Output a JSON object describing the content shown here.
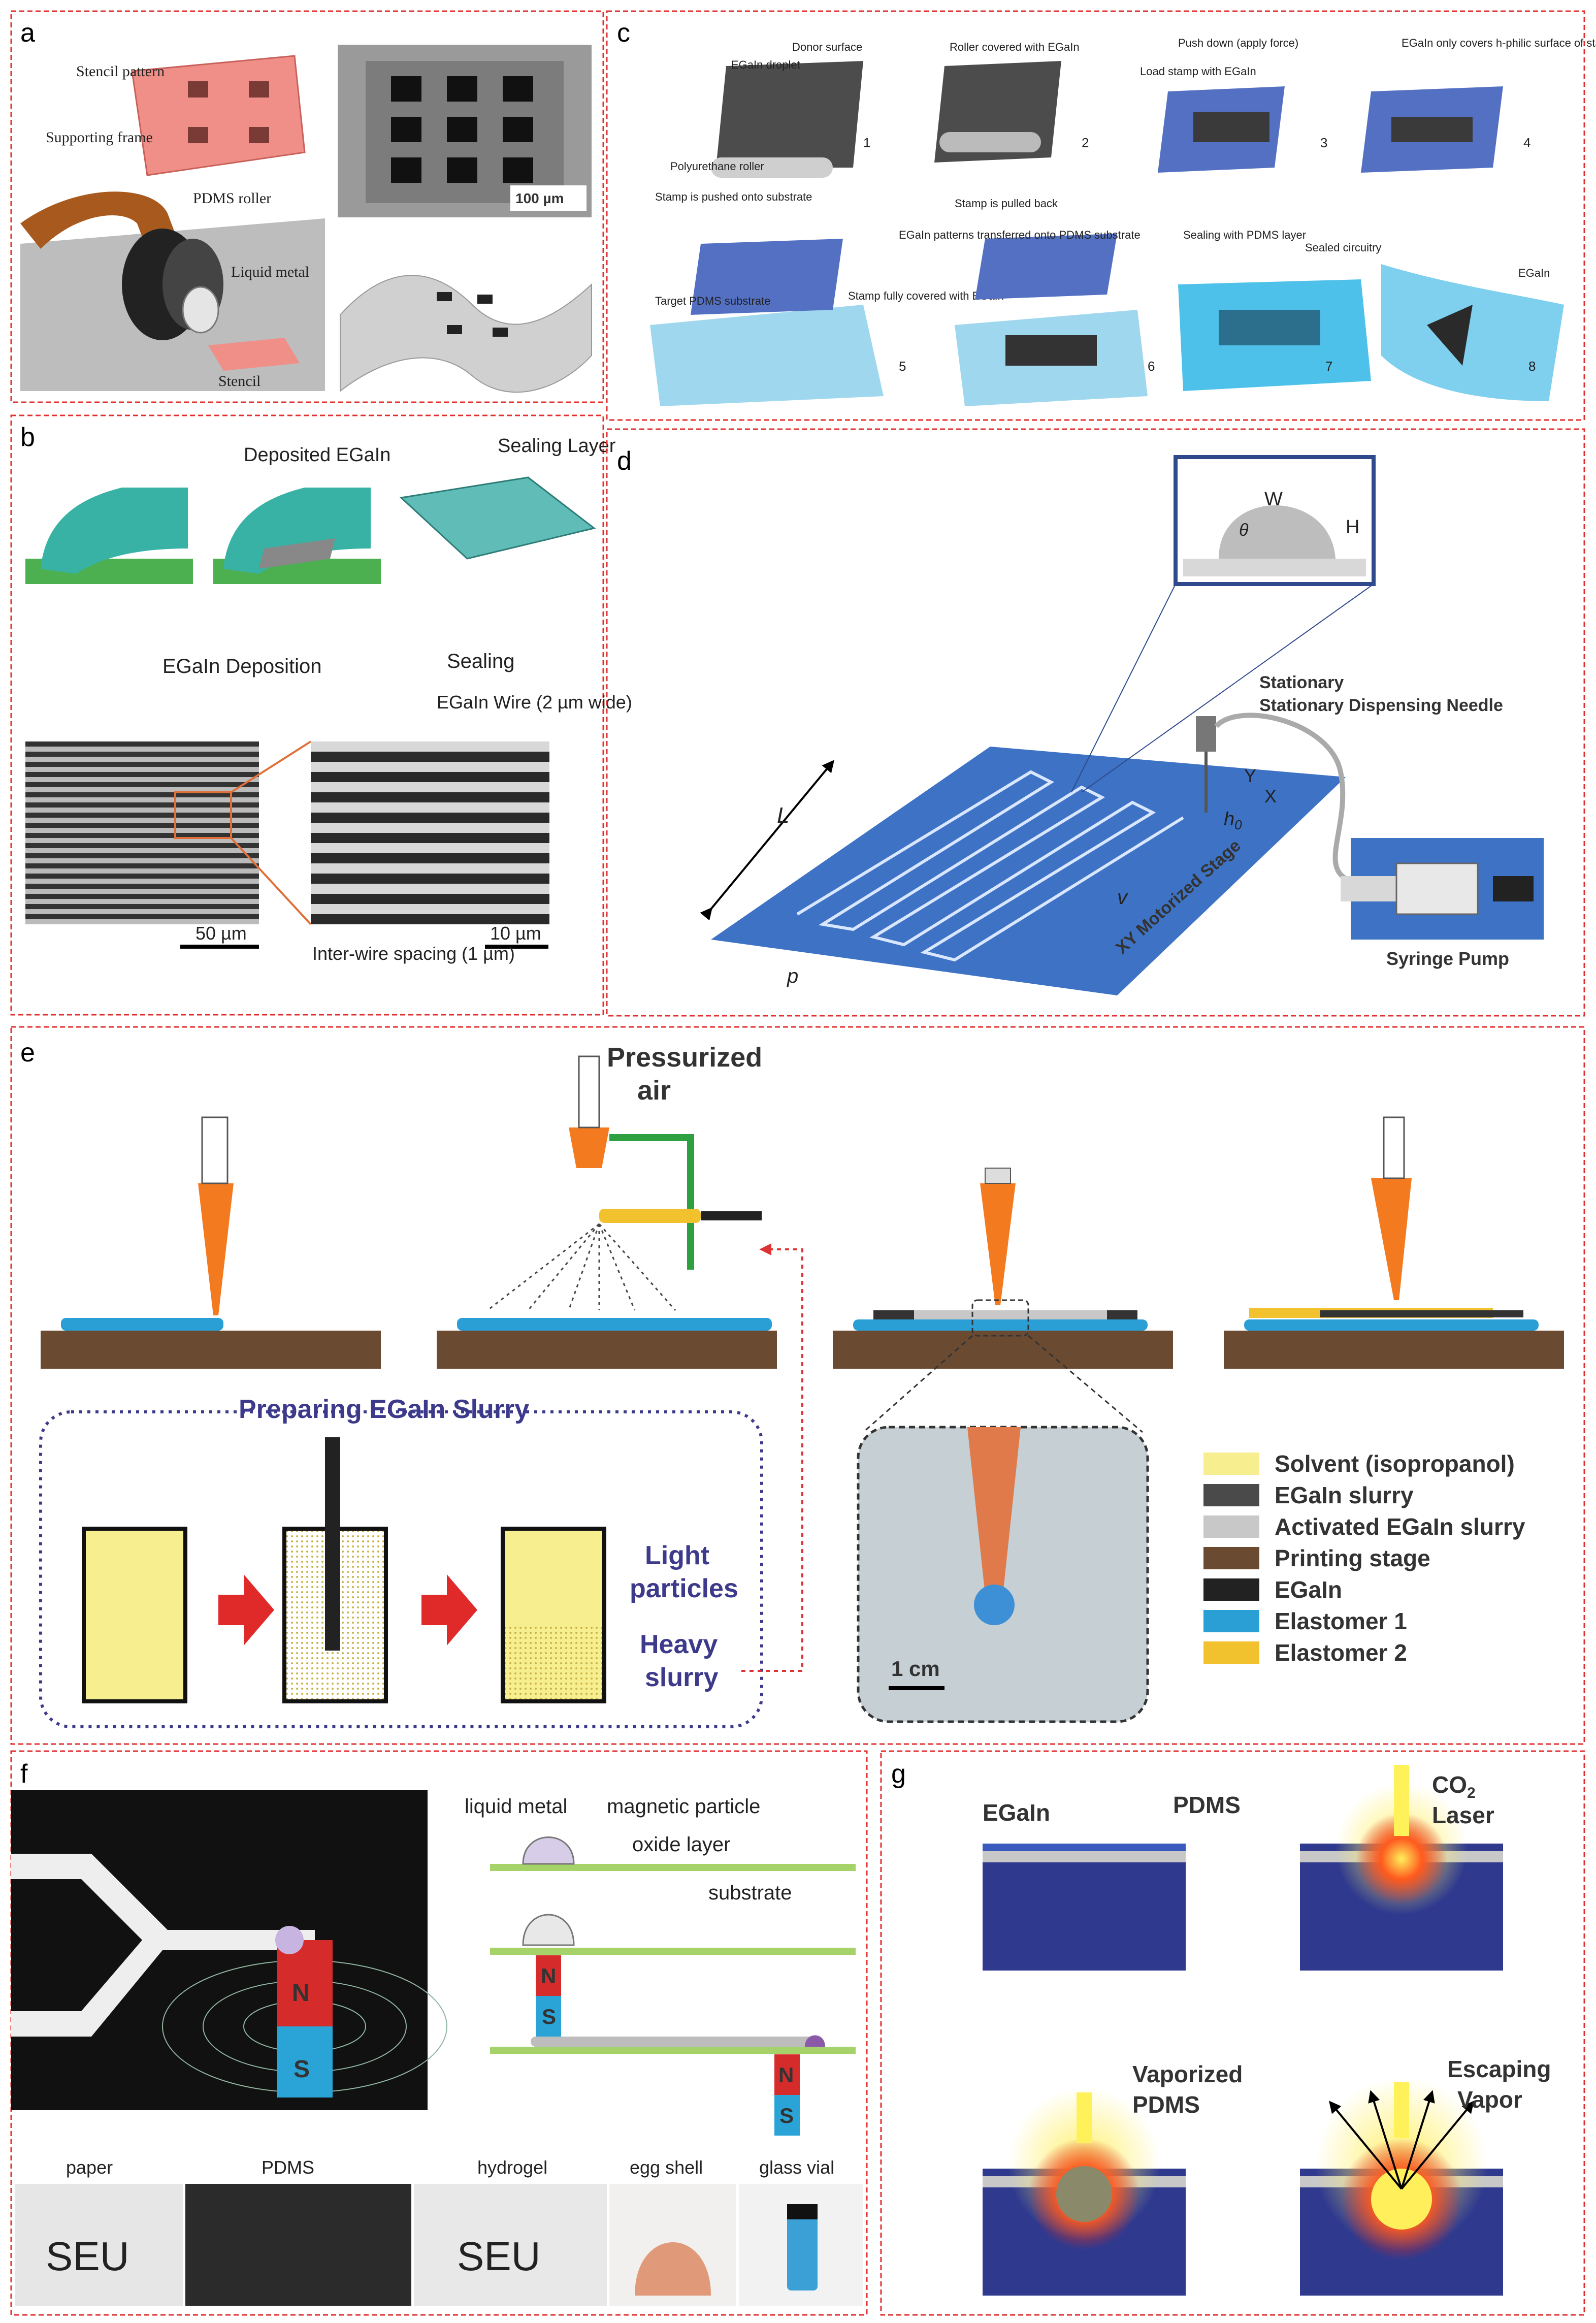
{
  "panels": {
    "a": {
      "letter": "a",
      "stencil_pattern": "Stencil pattern",
      "supporting_frame": "Supporting frame",
      "pdms_roller": "PDMS roller",
      "liquid_metal": "Liquid metal",
      "stencil": "Stencil",
      "scale": "100 µm"
    },
    "b": {
      "letter": "b",
      "deposited": "Deposited EGaIn",
      "sealing_layer": "Sealing Layer",
      "deposition": "EGaIn Deposition",
      "sealing": "Sealing",
      "wire": "EGaIn Wire (2 µm wide)",
      "scale_left": "50 µm",
      "scale_right": "10 µm",
      "spacing": "Inter-wire spacing (1 µm)"
    },
    "c": {
      "letter": "c",
      "donor_surface": "Donor surface",
      "droplet": "EGaIn droplet",
      "polyurethane": "Polyurethane roller",
      "roller_covered": "Roller covered with EGaIn",
      "push_down": "Push down (apply force)",
      "load_stamp": "Load stamp with EGaIn",
      "only_covers": "EGaIn only covers h-philic surface of stamp",
      "stamp_pushed": "Stamp is pushed onto substrate",
      "target_pdms": "Target PDMS substrate",
      "stamp_fully": "Stamp fully covered with EGaIn",
      "stamp_pulled": "Stamp is pulled back",
      "patterns_transferred": "EGaIn patterns transferred onto PDMS substrate",
      "sealing_with": "Sealing with PDMS layer",
      "sealed_circuitry": "Sealed circuitry",
      "egain": "EGaIn",
      "steps": [
        "1",
        "2",
        "3",
        "4",
        "5",
        "6",
        "7",
        "8"
      ]
    },
    "d": {
      "letter": "d",
      "W": "W",
      "H": "H",
      "theta": "θ",
      "needle": "Stationary Dispensing Needle",
      "Y": "Y",
      "X": "X",
      "h0": "h",
      "h0_sub": "0",
      "L": "L",
      "v": "v",
      "p": "p",
      "stage": "XY Motorized Stage",
      "pump": "Syringe Pump"
    },
    "e": {
      "letter": "e",
      "pressurized": "Pressurized",
      "air": "air",
      "preparing": "Preparing EGaIn Slurry",
      "light": "Light",
      "particles": "particles",
      "heavy": "Heavy",
      "slurry": "slurry",
      "scale": "1 cm",
      "legend": [
        {
          "label": "Solvent (isopropanol)",
          "color": "#f7ef8f"
        },
        {
          "label": "EGaIn slurry",
          "color": "#4a4a4a"
        },
        {
          "label": "Activated EGaIn slurry",
          "color": "#c8c8c8"
        },
        {
          "label": "Printing stage",
          "color": "#6b4a32"
        },
        {
          "label": "EGaIn",
          "color": "#222222"
        },
        {
          "label": "Elastomer 1",
          "color": "#2a9fd6"
        },
        {
          "label": "Elastomer 2",
          "color": "#f2c12e"
        }
      ]
    },
    "f": {
      "letter": "f",
      "liquid_metal": "liquid metal",
      "magnetic_particle": "magnetic particle",
      "oxide": "oxide layer",
      "substrate": "substrate",
      "N": "N",
      "S": "S",
      "photos": [
        "paper",
        "PDMS",
        "hydrogel",
        "egg shell",
        "glass vial"
      ],
      "seu": "SEU"
    },
    "g": {
      "letter": "g",
      "egain": "EGaIn",
      "pdms": "PDMS",
      "co2": "CO",
      "co2_sub": "2",
      "laser": "Laser",
      "vaporized": "Vaporized",
      "vaporized2": "PDMS",
      "escaping": "Escaping",
      "vapor": "Vapor"
    }
  },
  "colors": {
    "border": "#e03030",
    "blue": "#3a5bbd",
    "navy": "#2f3a8f",
    "teal": "#4fb5b5",
    "orange": "#f47a20",
    "brown": "#6b4a32"
  }
}
